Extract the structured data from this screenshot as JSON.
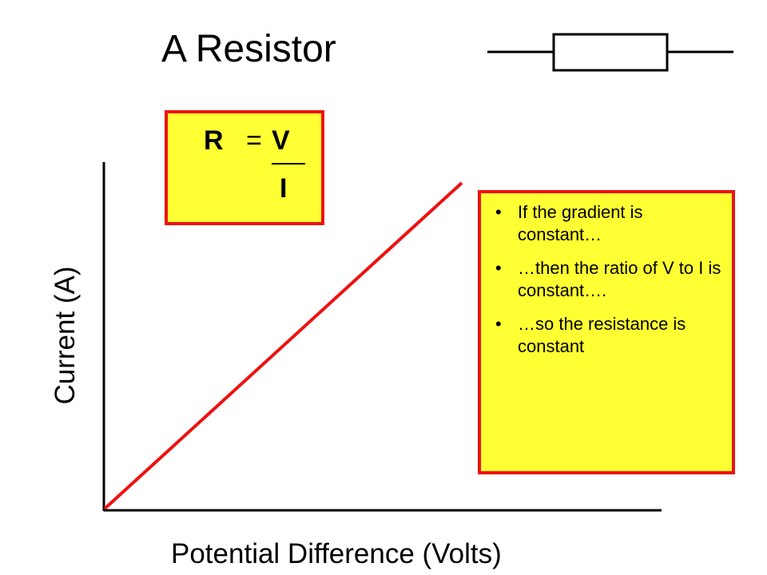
{
  "title": "A Resistor",
  "formula": {
    "r": "R",
    "equals": "=",
    "numerator": "V",
    "denominator": "I"
  },
  "notes": [
    "If the gradient is constant…",
    "…then the ratio of V to I is constant….",
    "…so the resistance is constant"
  ],
  "y_axis_label": "Current (A)",
  "x_axis_label": "Potential Difference (Volts)",
  "colors": {
    "line": "#ee1111",
    "box_fill": "#ffff33",
    "box_border": "#ee1111"
  }
}
